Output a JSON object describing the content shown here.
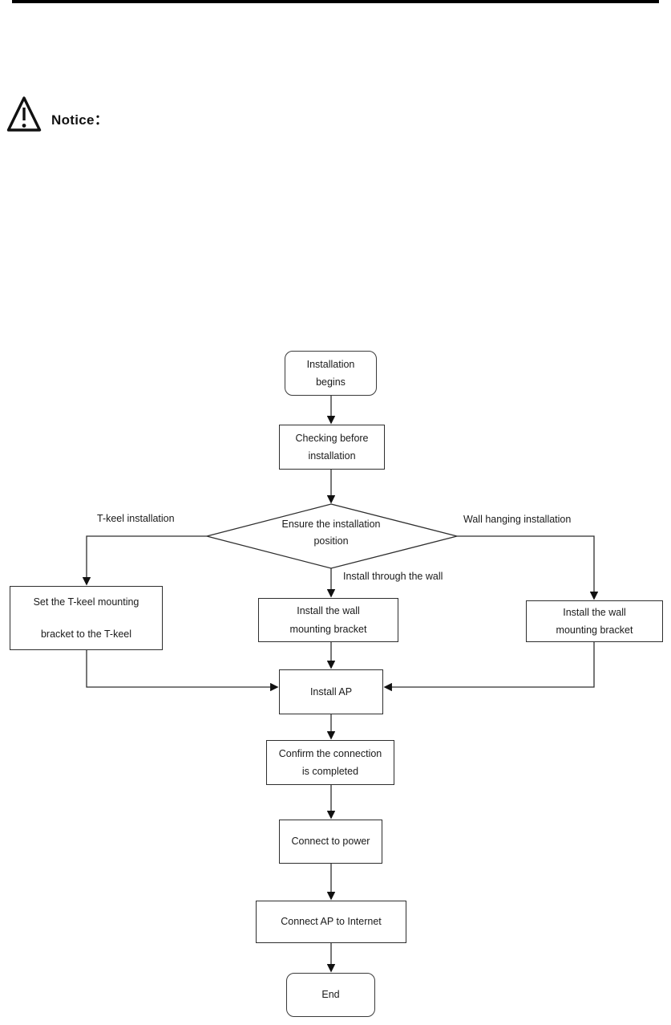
{
  "notice": {
    "icon": "warning-triangle-icon",
    "label": "Notice："
  },
  "flowchart": {
    "nodes": {
      "start": "Installation\nbegins",
      "check": "Checking before\ninstallation",
      "decision": "Ensure the\ninstallation position",
      "tkeel": "Set the T-keel mounting\nbracket to the T-keel",
      "wall_center": "Install the wall\nmounting bracket",
      "wall_right": "Install the wall\nmounting bracket",
      "install_ap": "Install AP",
      "confirm": "Confirm the connection\nis completed",
      "power": "Connect to power",
      "internet": "Connect AP to Internet",
      "end": "End"
    },
    "branch_labels": {
      "left": "T-keel installation",
      "right": "Wall hanging installation",
      "center": "Install through the wall"
    }
  },
  "colors": {
    "line": "#2e2e2e",
    "arrowhead": "#111111",
    "text": "#1a1a1a",
    "background": "#ffffff",
    "top_rule": "#000000"
  }
}
